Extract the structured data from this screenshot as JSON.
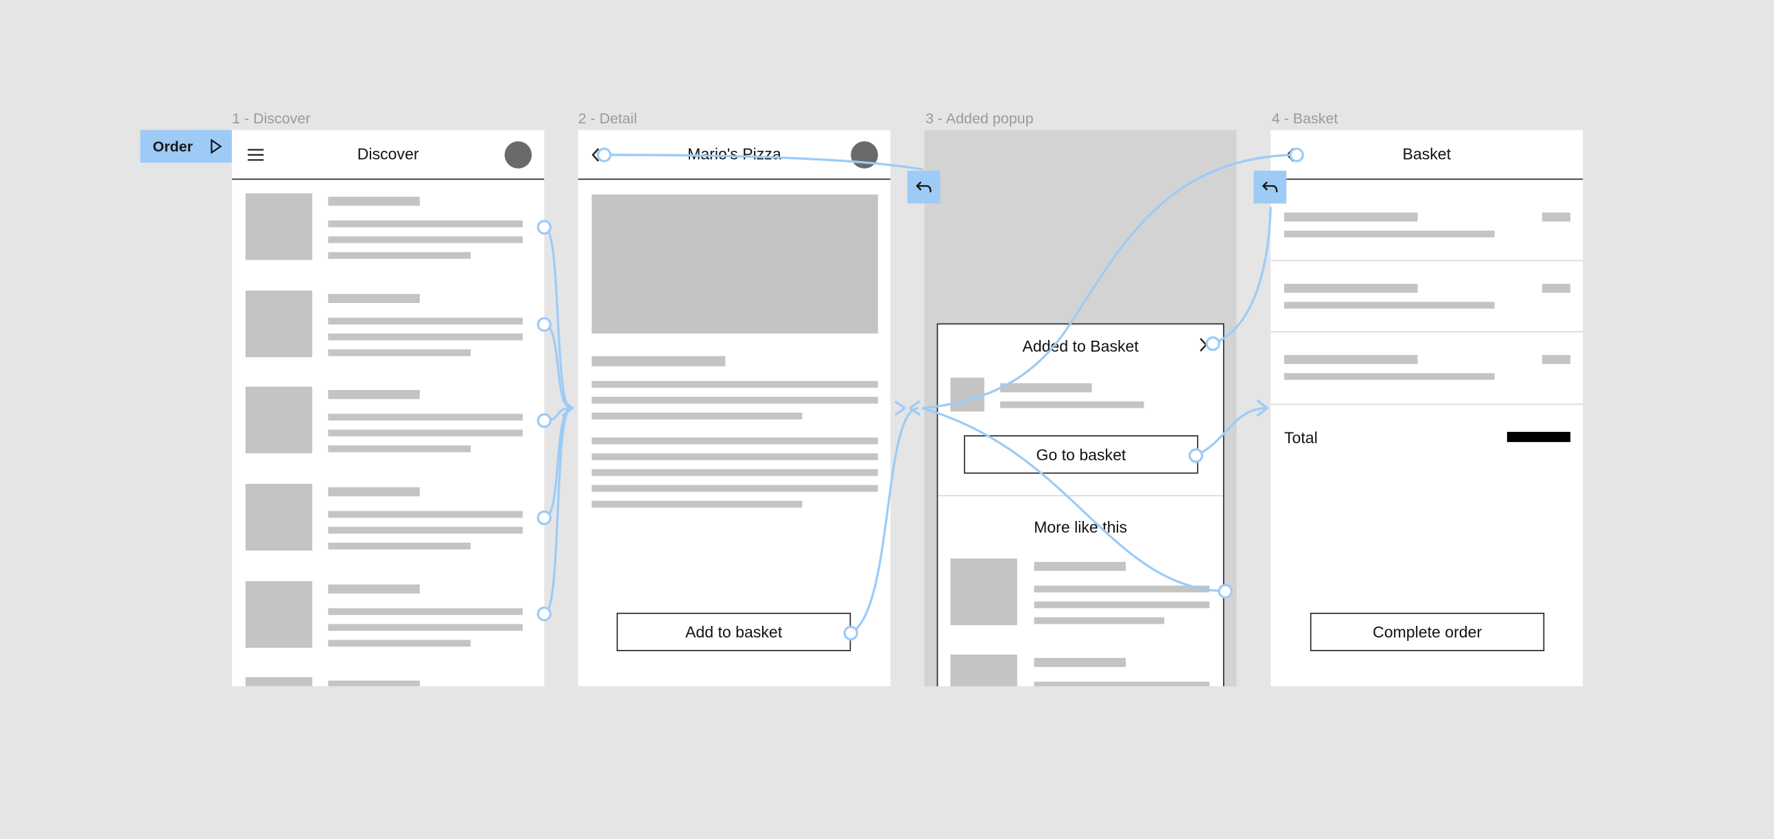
{
  "flow": {
    "start_label": "Order"
  },
  "frames": {
    "discover": {
      "label": "1 - Discover",
      "title": "Discover"
    },
    "detail": {
      "label": "2 - Detail",
      "title": "Mario's Pizza",
      "cta": "Add to basket"
    },
    "popup": {
      "label": "3 - Added popup",
      "title": "Added to Basket",
      "cta": "Go to basket",
      "section": "More like this"
    },
    "basket": {
      "label": "4 - Basket",
      "title": "Basket",
      "total_label": "Total",
      "cta": "Complete order"
    }
  },
  "icons": {
    "menu": "hamburger-menu-icon",
    "back": "chevron-left-icon",
    "close": "chevron-right-icon",
    "play": "play-icon",
    "reply": "back-arrow-icon"
  },
  "colors": {
    "canvas": "#e5e5e5",
    "connector": "#9dcbf6",
    "placeholder": "#c4c4c4"
  }
}
